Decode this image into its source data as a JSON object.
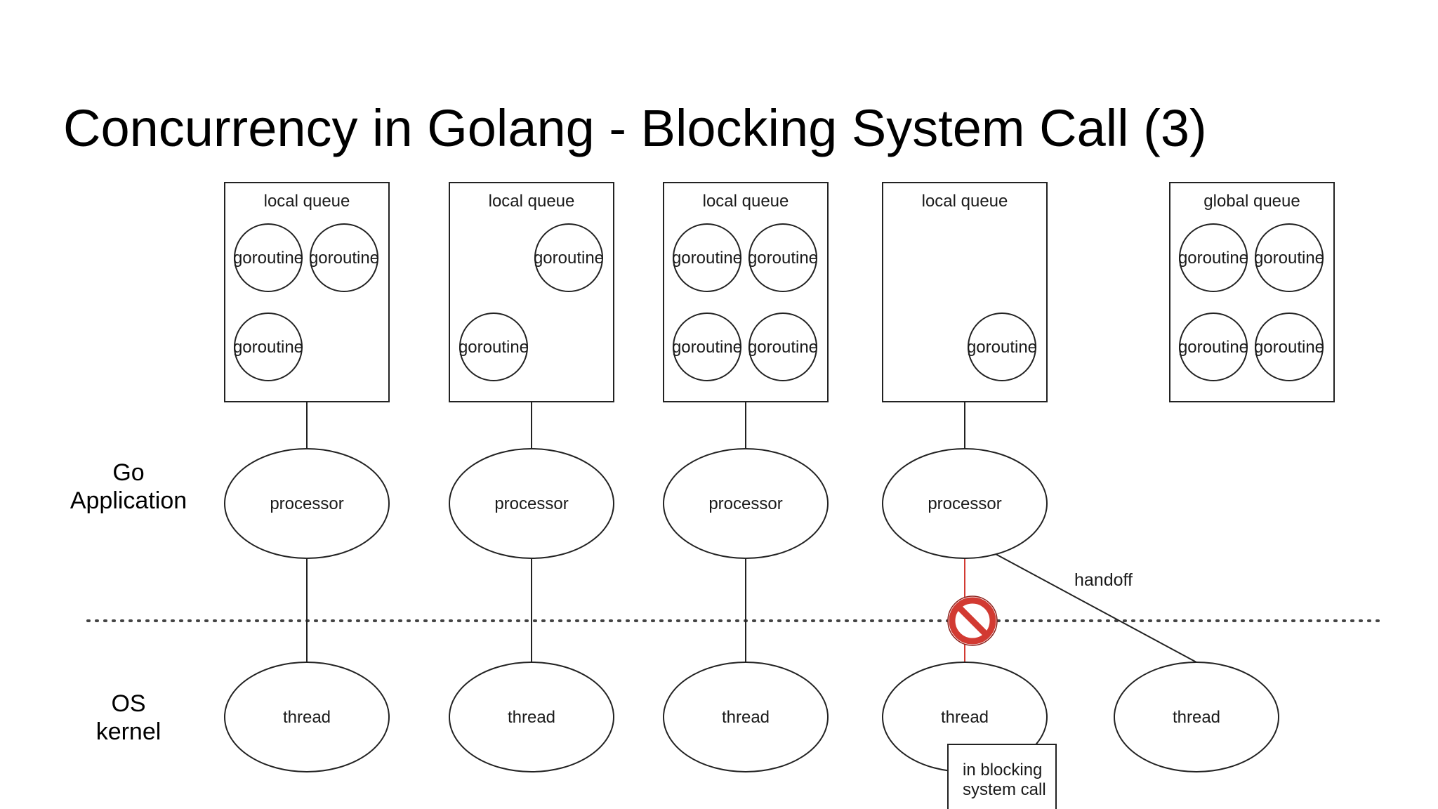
{
  "title": "Concurrency in Golang - Blocking System Call (3)",
  "side_labels": {
    "go_application": [
      "Go",
      "Application"
    ],
    "os_kernel": [
      "OS",
      "kernel"
    ]
  },
  "queue_label": "local queue",
  "global_queue_label": "global queue",
  "goroutine_label": "goroutine",
  "processor_label": "processor",
  "thread_label": "thread",
  "handoff_label": "handoff",
  "blocking_note": [
    "in blocking",
    "system call"
  ],
  "colors": {
    "blocked": "#d23a32",
    "line": "#222222"
  },
  "icons": {
    "blocked": "prohibited-icon"
  }
}
